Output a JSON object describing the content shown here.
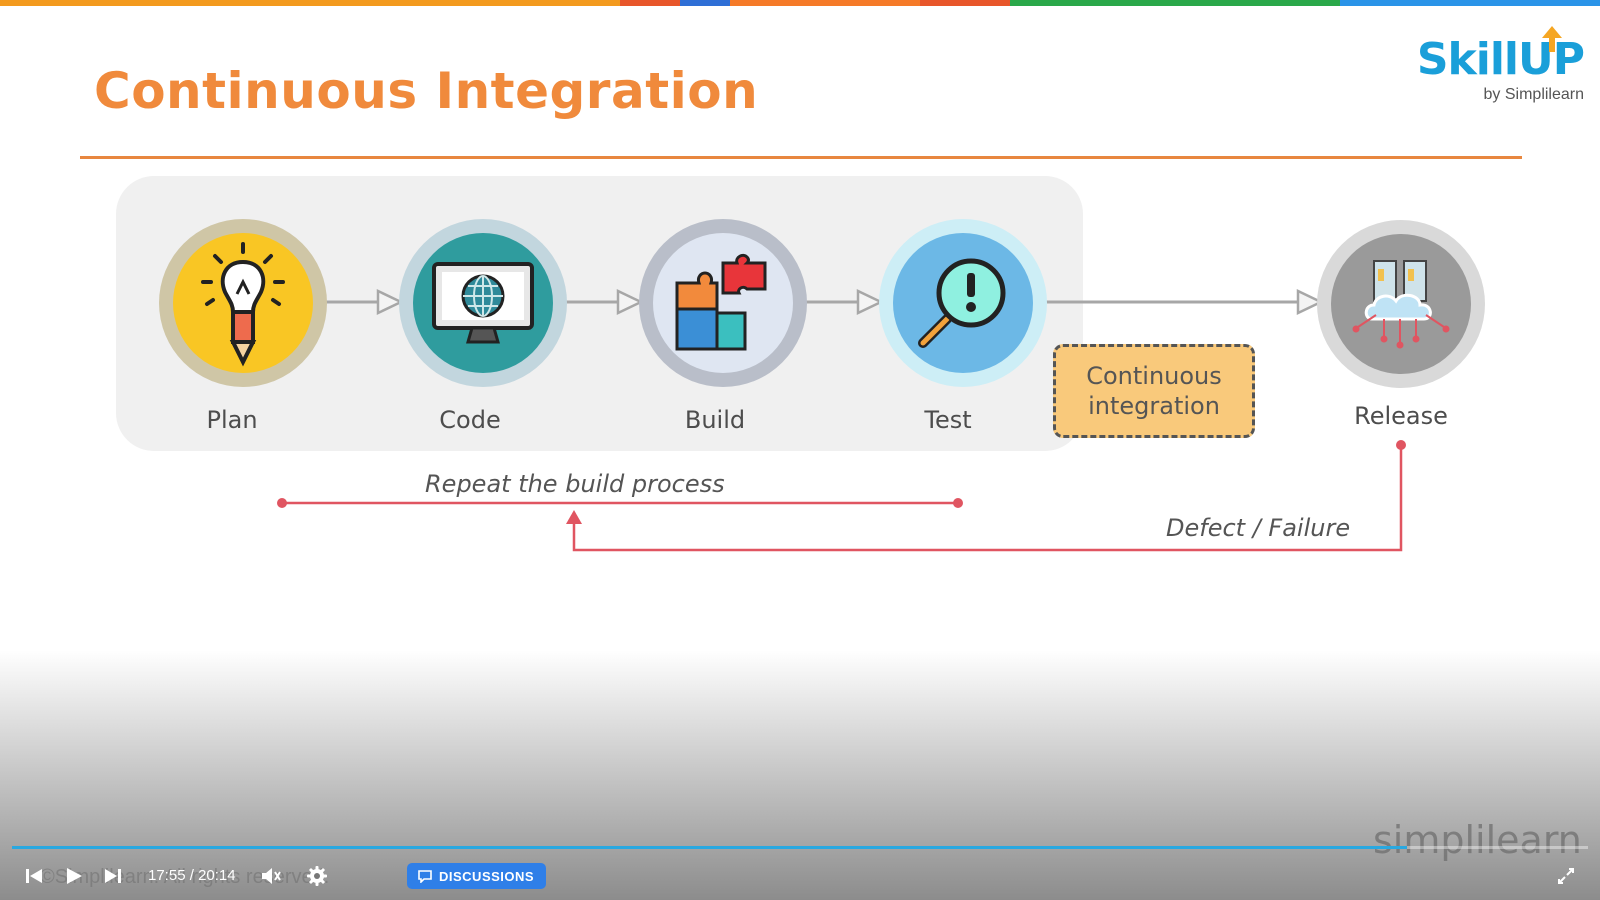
{
  "colors": {
    "title": "#f08a3c",
    "accent_rule": "#e8873f",
    "brand_blue": "#1a9fd9",
    "loop_red": "#e05561",
    "ci_box": "#f9c97b",
    "progress": "#29a8e0",
    "discussions": "#2f7fe8"
  },
  "slide": {
    "title": "Continuous Integration",
    "stages": [
      {
        "label": "Plan",
        "icon": "lightbulb-pencil-icon"
      },
      {
        "label": "Code",
        "icon": "monitor-globe-icon"
      },
      {
        "label": "Build",
        "icon": "puzzle-icon"
      },
      {
        "label": "Test",
        "icon": "magnifier-alert-icon"
      },
      {
        "label": "Release",
        "icon": "server-cloud-icon"
      }
    ],
    "ci_box": "Continuous integration",
    "repeat_label": "Repeat the build process",
    "defect_label": "Defect / Failure"
  },
  "brand": {
    "logo_text": "SkillUP",
    "logo_sub": "by Simplilearn",
    "watermark": "simplilearn",
    "copyright": "©Simplilearn. All rights reserved."
  },
  "player": {
    "current_time": "17:55",
    "separator": "/",
    "duration": "20:14",
    "progress": 0.885,
    "discussions_label": "DISCUSSIONS",
    "icons": [
      "skip-back-icon",
      "play-icon",
      "skip-forward-icon",
      "volume-icon",
      "settings-icon",
      "chat-icon",
      "fullscreen-icon"
    ]
  }
}
